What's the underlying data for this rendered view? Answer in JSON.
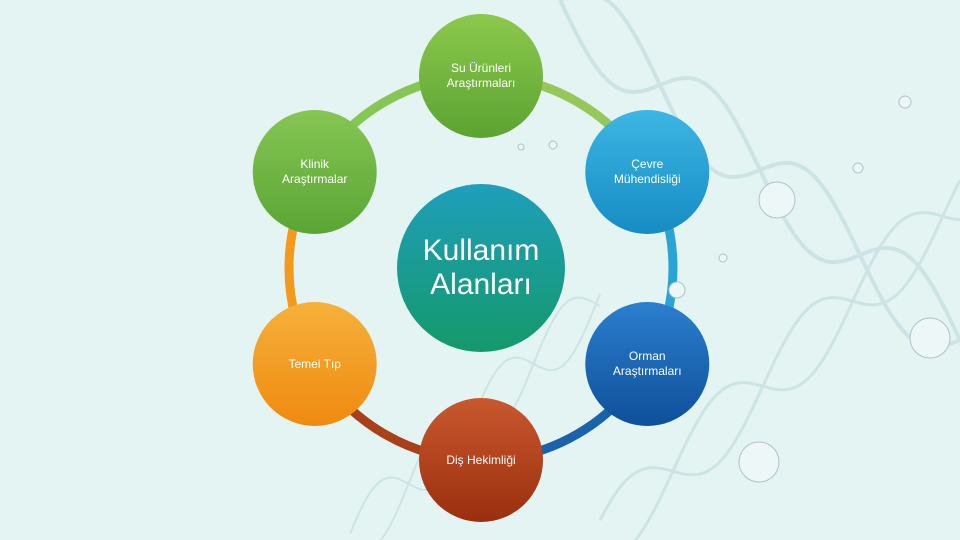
{
  "colors": {
    "background": "#e3f4f3",
    "ring_green": "#7cc24a",
    "ring_blue": "#1e9fd3",
    "ring_darkblue": "#1561a8",
    "ring_red": "#b0401a",
    "ring_orange": "#f39a1b"
  },
  "diagram": {
    "center": {
      "label": "Kullanım\nAlanları",
      "color_top": "#1f9fbb",
      "color_bottom": "#14996a"
    },
    "nodes": [
      {
        "label": "Su Ürünleri\nAraştırmaları",
        "color_top": "#8cc94c",
        "color_bottom": "#5ba332"
      },
      {
        "label": "Çevre\nMühendisliği",
        "color_top": "#3cb6e3",
        "color_bottom": "#168cc4"
      },
      {
        "label": "Orman\nAraştırmaları",
        "color_top": "#2b7fcf",
        "color_bottom": "#0f4f99"
      },
      {
        "label": "Diş Hekimliği",
        "color_top": "#c9582d",
        "color_bottom": "#9a2f0f"
      },
      {
        "label": "Temel Tıp",
        "color_top": "#f6b13a",
        "color_bottom": "#ef8a10"
      },
      {
        "label": "Klinik\nAraştırmalar",
        "color_top": "#86c653",
        "color_bottom": "#5aa535"
      }
    ]
  }
}
